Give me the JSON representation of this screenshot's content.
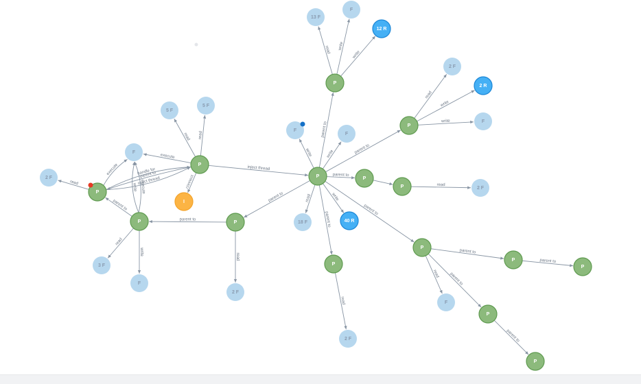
{
  "colors": {
    "process_fill": "#8cba7c",
    "process_stroke": "#5e9a4f",
    "file_fill": "#b6d7ee",
    "file_stroke": "#b6d7ee",
    "registry_fill": "#45b0f5",
    "registry_stroke": "#1b86d6",
    "interesting_fill": "#fcb444",
    "interesting_stroke": "#f3a32a",
    "edge": "#8794a3",
    "marker_red": "#e63a25",
    "marker_blue": "#1470c7",
    "file_text": "#8a9bb0",
    "light_text": "#ffffff"
  },
  "nodes": [
    {
      "id": "p_main",
      "kind": "process",
      "label": "P"
    },
    {
      "id": "p_left",
      "kind": "process",
      "label": "P"
    },
    {
      "id": "p_top",
      "kind": "process",
      "label": "P"
    },
    {
      "id": "p_farleft",
      "kind": "process",
      "label": "P"
    },
    {
      "id": "p_botleft",
      "kind": "process",
      "label": "P"
    },
    {
      "id": "p_midleft",
      "kind": "process",
      "label": "P"
    },
    {
      "id": "p_upright",
      "kind": "process",
      "label": "P"
    },
    {
      "id": "p_r1",
      "kind": "process",
      "label": "P"
    },
    {
      "id": "p_r2",
      "kind": "process",
      "label": "P"
    },
    {
      "id": "p_down",
      "kind": "process",
      "label": "P"
    },
    {
      "id": "p_dr",
      "kind": "process",
      "label": "P"
    },
    {
      "id": "p_dr2",
      "kind": "process",
      "label": "P"
    },
    {
      "id": "p_dr3",
      "kind": "process",
      "label": "P"
    },
    {
      "id": "p_dr4",
      "kind": "process",
      "label": "P"
    },
    {
      "id": "p_dr5",
      "kind": "process",
      "label": "P"
    },
    {
      "id": "f_13",
      "kind": "file",
      "label": "13 F"
    },
    {
      "id": "f_top",
      "kind": "file",
      "label": "F"
    },
    {
      "id": "r_12",
      "kind": "registry",
      "label": "12 R"
    },
    {
      "id": "f_2a",
      "kind": "file",
      "label": "2 F"
    },
    {
      "id": "r_2",
      "kind": "registry",
      "label": "2 R"
    },
    {
      "id": "f_ur",
      "kind": "file",
      "label": "F"
    },
    {
      "id": "f_5a",
      "kind": "file",
      "label": "5 F"
    },
    {
      "id": "f_5b",
      "kind": "file",
      "label": "5 F"
    },
    {
      "id": "f_left",
      "kind": "file",
      "label": "F"
    },
    {
      "id": "f_2b",
      "kind": "file",
      "label": "2 F"
    },
    {
      "id": "i_1",
      "kind": "interesting",
      "label": "I"
    },
    {
      "id": "f_m1",
      "kind": "file",
      "label": "F"
    },
    {
      "id": "f_m2",
      "kind": "file",
      "label": "F"
    },
    {
      "id": "f_18",
      "kind": "file",
      "label": "18 F"
    },
    {
      "id": "r_40",
      "kind": "registry",
      "label": "40 R"
    },
    {
      "id": "f_3",
      "kind": "file",
      "label": "3 F"
    },
    {
      "id": "f_bl",
      "kind": "file",
      "label": "F"
    },
    {
      "id": "f_2c",
      "kind": "file",
      "label": "2 F"
    },
    {
      "id": "f_2d",
      "kind": "file",
      "label": "2 F"
    },
    {
      "id": "f_2e",
      "kind": "file",
      "label": "2 F"
    },
    {
      "id": "f_dr",
      "kind": "file",
      "label": "F"
    }
  ],
  "edges": [
    {
      "from": "p_top",
      "to": "f_13",
      "label": "read"
    },
    {
      "from": "p_top",
      "to": "f_top",
      "label": "write"
    },
    {
      "from": "p_top",
      "to": "r_12",
      "label": "write"
    },
    {
      "from": "p_main",
      "to": "p_top",
      "label": "parent to"
    },
    {
      "from": "p_upright",
      "to": "f_2a",
      "label": "read"
    },
    {
      "from": "p_upright",
      "to": "r_2",
      "label": "write"
    },
    {
      "from": "p_upright",
      "to": "f_ur",
      "label": "write"
    },
    {
      "from": "p_main",
      "to": "p_upright",
      "label": "parent to"
    },
    {
      "from": "p_left",
      "to": "f_5a",
      "label": "read"
    },
    {
      "from": "p_left",
      "to": "f_5b",
      "label": "read"
    },
    {
      "from": "p_left",
      "to": "f_left",
      "label": "execute"
    },
    {
      "from": "p_left",
      "to": "i_1",
      "label": "connect"
    },
    {
      "from": "p_left",
      "to": "p_main",
      "label": "inject thread"
    },
    {
      "from": "p_farleft",
      "to": "f_2b",
      "label": "read"
    },
    {
      "from": "p_farleft",
      "to": "f_left",
      "label": "execute"
    },
    {
      "from": "p_farleft",
      "to": "p_left",
      "label": "handle for"
    },
    {
      "from": "p_farleft",
      "to": "p_left",
      "label": "inject thread"
    },
    {
      "from": "p_left",
      "to": "p_farleft",
      "label": "parent to"
    },
    {
      "from": "p_botleft",
      "to": "f_left",
      "label": "write"
    },
    {
      "from": "p_botleft",
      "to": "f_left",
      "label": "execute"
    },
    {
      "from": "p_botleft",
      "to": "p_farleft",
      "label": "parent to"
    },
    {
      "from": "p_botleft",
      "to": "f_3",
      "label": "read"
    },
    {
      "from": "p_botleft",
      "to": "f_bl",
      "label": "write"
    },
    {
      "from": "p_midleft",
      "to": "p_botleft",
      "label": "parent to"
    },
    {
      "from": "p_midleft",
      "to": "f_2c",
      "label": "read"
    },
    {
      "from": "p_main",
      "to": "p_midleft",
      "label": "parent to"
    },
    {
      "from": "p_main",
      "to": "f_m1",
      "label": "write"
    },
    {
      "from": "p_main",
      "to": "f_m2",
      "label": "write"
    },
    {
      "from": "p_main",
      "to": "f_18",
      "label": "read"
    },
    {
      "from": "p_main",
      "to": "r_40",
      "label": "write"
    },
    {
      "from": "p_main",
      "to": "p_down",
      "label": "parent to"
    },
    {
      "from": "p_main",
      "to": "p_r1",
      "label": "parent to"
    },
    {
      "from": "p_r1",
      "to": "p_r2",
      "label": ""
    },
    {
      "from": "p_r2",
      "to": "f_2d",
      "label": "read"
    },
    {
      "from": "p_main",
      "to": "p_dr",
      "label": "parent to"
    },
    {
      "from": "p_down",
      "to": "f_2e",
      "label": "read"
    },
    {
      "from": "p_dr",
      "to": "p_dr2",
      "label": "parent to"
    },
    {
      "from": "p_dr2",
      "to": "p_dr3",
      "label": "parent to"
    },
    {
      "from": "p_dr",
      "to": "f_dr",
      "label": "read"
    },
    {
      "from": "p_dr",
      "to": "p_dr4",
      "label": "parent to"
    },
    {
      "from": "p_dr4",
      "to": "p_dr5",
      "label": "parent to"
    }
  ],
  "markers": [
    {
      "name": "red-flag-marker",
      "node": "p_farleft",
      "color": "marker_red"
    },
    {
      "name": "blue-flag-marker",
      "node": "f_m1",
      "color": "marker_blue"
    }
  ]
}
